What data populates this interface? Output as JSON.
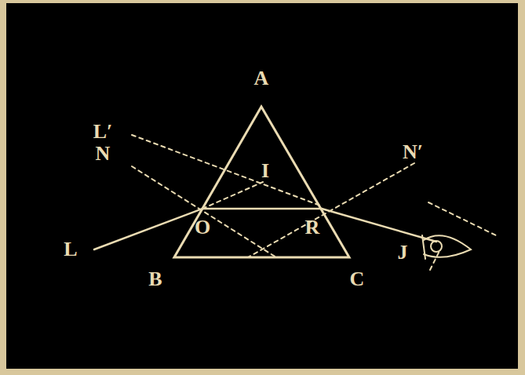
{
  "diagram": {
    "labels": [
      "A",
      "L′",
      "N",
      "I",
      "N′",
      "L",
      "O",
      "R",
      "J",
      "B",
      "C"
    ]
  }
}
